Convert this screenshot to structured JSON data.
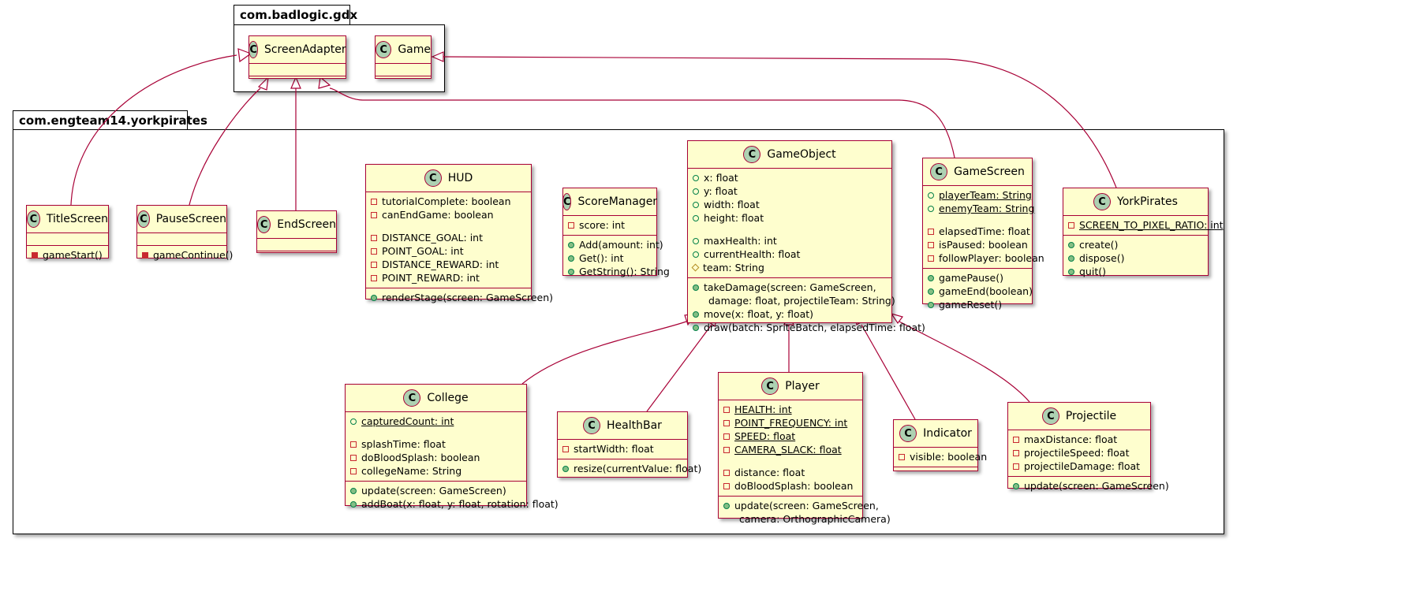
{
  "packages": {
    "gdx": "com.badlogic.gdx",
    "york": "com.engteam14.yorkpirates"
  },
  "colors": {
    "class_fill": "#FEFECE",
    "class_border": "#A80036",
    "circle_fill": "#ADD1B2",
    "public_green": "#038048",
    "private_red": "#C82930"
  },
  "classes": {
    "ScreenAdapter": {
      "stereotype": "C",
      "name": "ScreenAdapter"
    },
    "Game": {
      "stereotype": "C",
      "name": "Game"
    },
    "TitleScreen": {
      "stereotype": "C",
      "name": "TitleScreen",
      "methods": [
        "gameStart()"
      ]
    },
    "PauseScreen": {
      "stereotype": "C",
      "name": "PauseScreen",
      "methods": [
        "gameContinue()"
      ]
    },
    "EndScreen": {
      "stereotype": "C",
      "name": "EndScreen"
    },
    "HUD": {
      "stereotype": "C",
      "name": "HUD",
      "fields": [
        "tutorialComplete: boolean",
        "canEndGame: boolean",
        "DISTANCE_GOAL: int",
        "POINT_GOAL: int",
        "DISTANCE_REWARD: int",
        "POINT_REWARD: int"
      ],
      "methods": [
        "renderStage(screen: GameScreen)"
      ]
    },
    "ScoreManager": {
      "stereotype": "C",
      "name": "ScoreManager",
      "fields": [
        "score: int"
      ],
      "methods": [
        "Add(amount: int)",
        "Get(): int",
        "GetString(): String"
      ]
    },
    "GameObject": {
      "stereotype": "C",
      "name": "GameObject",
      "fields": [
        "x: float",
        "y: float",
        "width: float",
        "height: float",
        "maxHealth: int",
        "currentHealth: float",
        "team: String"
      ],
      "methods": [
        "takeDamage(screen: GameScreen,",
        "damage: float, projectileTeam: String)",
        "move(x: float, y: float)",
        "draw(batch: SpriteBatch, elapsedTime: float)"
      ]
    },
    "GameScreen": {
      "stereotype": "C",
      "name": "GameScreen",
      "fields": [
        "playerTeam: String",
        "enemyTeam: String",
        "elapsedTime: float",
        "isPaused: boolean",
        "followPlayer: boolean"
      ],
      "methods": [
        "gamePause()",
        "gameEnd(boolean)",
        "gameReset()"
      ]
    },
    "YorkPirates": {
      "stereotype": "C",
      "name": "YorkPirates",
      "fields": [
        "SCREEN_TO_PIXEL_RATIO: int"
      ],
      "methods": [
        "create()",
        "dispose()",
        "quit()"
      ]
    },
    "College": {
      "stereotype": "C",
      "name": "College",
      "fields": [
        "capturedCount: int",
        "splashTime: float",
        "doBloodSplash: boolean",
        "collegeName: String"
      ],
      "methods": [
        "update(screen: GameScreen)",
        "addBoat(x: float, y: float, rotation: float)"
      ]
    },
    "HealthBar": {
      "stereotype": "C",
      "name": "HealthBar",
      "fields": [
        "startWidth: float"
      ],
      "methods": [
        "resize(currentValue: float)"
      ]
    },
    "Player": {
      "stereotype": "C",
      "name": "Player",
      "fields": [
        "HEALTH: int",
        "POINT_FREQUENCY: int",
        "SPEED: float",
        "CAMERA_SLACK: float",
        "distance: float",
        "doBloodSplash: boolean"
      ],
      "methods": [
        "update(screen: GameScreen,",
        "camera: OrthographicCamera)"
      ]
    },
    "Indicator": {
      "stereotype": "C",
      "name": "Indicator",
      "fields": [
        "visible: boolean"
      ]
    },
    "Projectile": {
      "stereotype": "C",
      "name": "Projectile",
      "fields": [
        "maxDistance: float",
        "projectileSpeed: float",
        "projectileDamage: float"
      ],
      "methods": [
        "update(screen: GameScreen)"
      ]
    }
  },
  "relations": [
    {
      "from": "TitleScreen",
      "to": "ScreenAdapter",
      "type": "extends"
    },
    {
      "from": "PauseScreen",
      "to": "ScreenAdapter",
      "type": "extends"
    },
    {
      "from": "EndScreen",
      "to": "ScreenAdapter",
      "type": "extends"
    },
    {
      "from": "GameScreen",
      "to": "ScreenAdapter",
      "type": "extends"
    },
    {
      "from": "YorkPirates",
      "to": "Game",
      "type": "extends"
    },
    {
      "from": "College",
      "to": "GameObject",
      "type": "extends"
    },
    {
      "from": "HealthBar",
      "to": "GameObject",
      "type": "extends"
    },
    {
      "from": "Player",
      "to": "GameObject",
      "type": "extends"
    },
    {
      "from": "Indicator",
      "to": "GameObject",
      "type": "extends"
    },
    {
      "from": "Projectile",
      "to": "GameObject",
      "type": "extends"
    }
  ]
}
